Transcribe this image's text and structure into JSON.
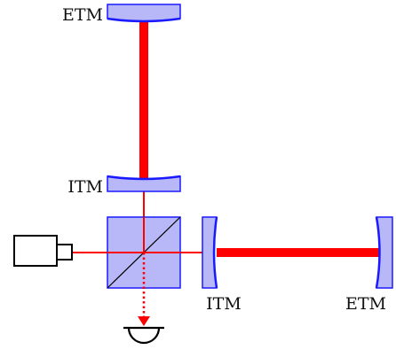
{
  "colors": {
    "beam": "#ff0000",
    "optic_fill": "#b8b8f8",
    "optic_stroke": "#1a1aff",
    "outline": "#000000"
  },
  "labels": {
    "etm_top": "ETM",
    "itm_top": "ITM",
    "itm_right": "ITM",
    "etm_right": "ETM"
  },
  "icons": {
    "laser": "laser-icon",
    "beam_splitter": "beam-splitter-icon",
    "photodetector": "photodetector-icon"
  }
}
